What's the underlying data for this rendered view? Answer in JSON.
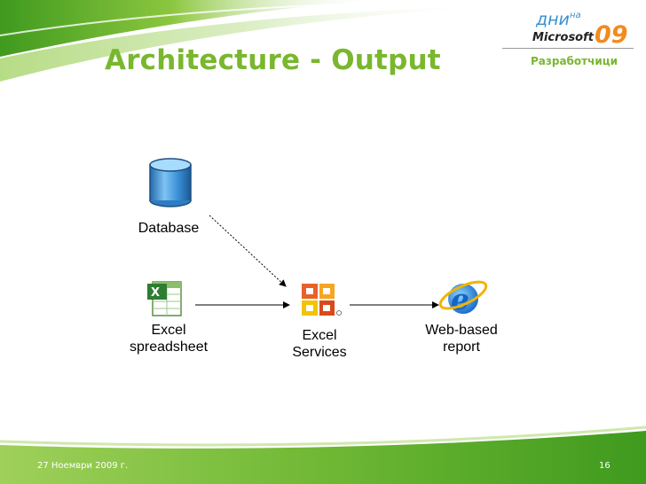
{
  "slide": {
    "title": "Architecture - Output",
    "subtitle": "Разработчици",
    "footer_date": "27 Ноември 2009 г.",
    "page_number": "16"
  },
  "logo": {
    "dni": "дни",
    "na": "на",
    "brand": "Microsoft",
    "year": "09"
  },
  "diagram": {
    "nodes": [
      {
        "id": "database",
        "label": "Database",
        "icon": "database-icon"
      },
      {
        "id": "excel",
        "label": "Excel\nspreadsheet",
        "icon": "excel-icon"
      },
      {
        "id": "services",
        "label": "Excel\nServices",
        "icon": "office-icon"
      },
      {
        "id": "web",
        "label": "Web-based\nreport",
        "icon": "internet-explorer-icon"
      }
    ],
    "edges": [
      {
        "from": "database",
        "to": "services"
      },
      {
        "from": "excel",
        "to": "services"
      },
      {
        "from": "services",
        "to": "web"
      }
    ]
  },
  "colors": {
    "accent": "#79b72e",
    "accent_dark": "#3f9a1e",
    "logo_orange": "#f28a1e"
  }
}
